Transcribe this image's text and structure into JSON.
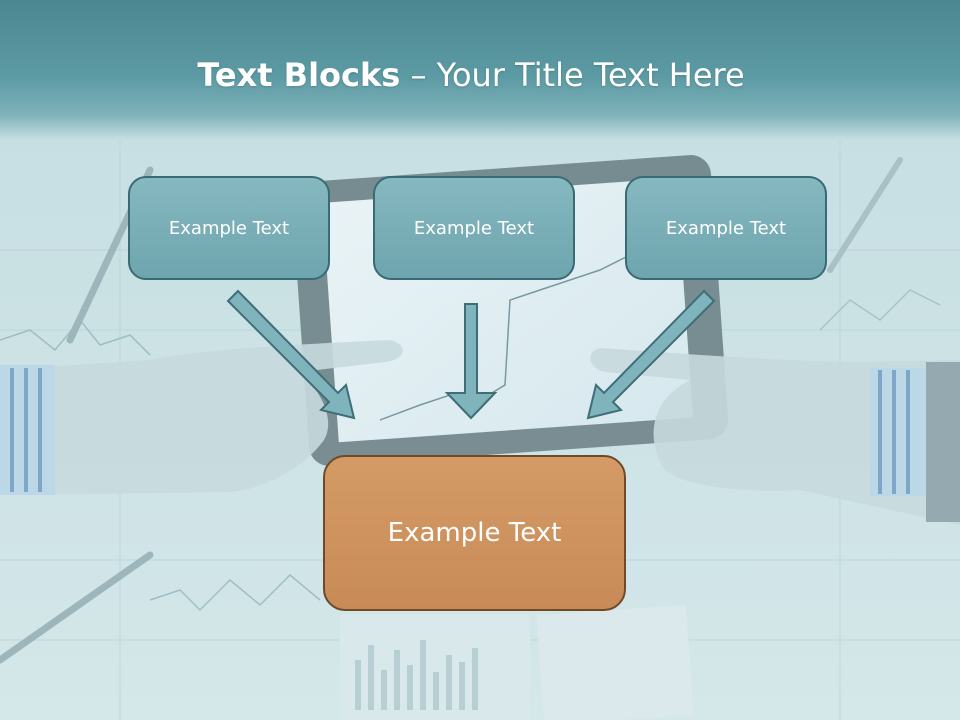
{
  "title": {
    "bold": "Text Blocks",
    "separator": " – ",
    "rest": "Your Title Text Here"
  },
  "blocks": {
    "top_left": "Example Text",
    "top_center": "Example Text",
    "top_right": "Example Text",
    "bottom": "Example Text"
  },
  "colors": {
    "header": "#5c9aa4",
    "box_fill": "#7cb0b8",
    "box_border": "#3a6b75",
    "bottom_fill": "#cd9560",
    "bottom_border": "#6e4a2b",
    "arrow_fill": "#7fb4bd"
  }
}
